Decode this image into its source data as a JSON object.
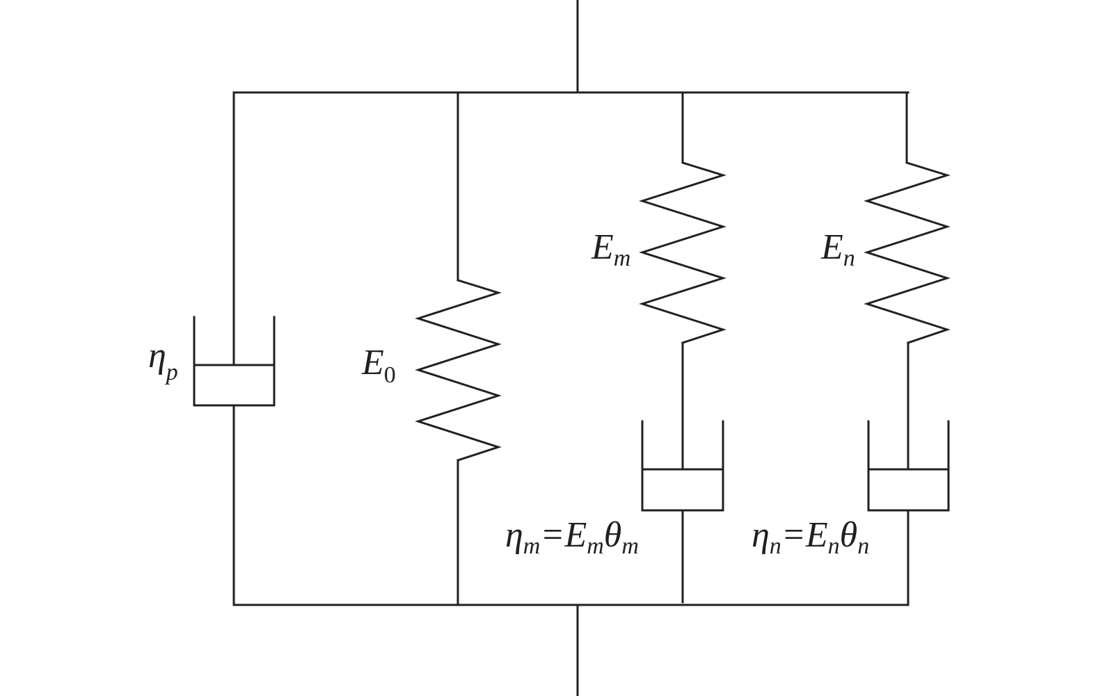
{
  "labels": {
    "eta_p": {
      "main": "η",
      "sub": "p"
    },
    "e0": {
      "main": "E",
      "sub": "0"
    },
    "em": {
      "main": "E",
      "sub": "m"
    },
    "en": {
      "main": "E",
      "sub": "n"
    },
    "eta_m_eq": {
      "p1": "η",
      "s1": "m",
      "p2": "=E",
      "s2": "m",
      "p3": "θ",
      "s3": "m"
    },
    "eta_n_eq": {
      "p1": "η",
      "s1": "n",
      "p2": "=E",
      "s2": "n",
      "p3": "θ",
      "s3": "n"
    }
  },
  "colors": {
    "stroke": "#231f20",
    "background": "#ffffff"
  }
}
